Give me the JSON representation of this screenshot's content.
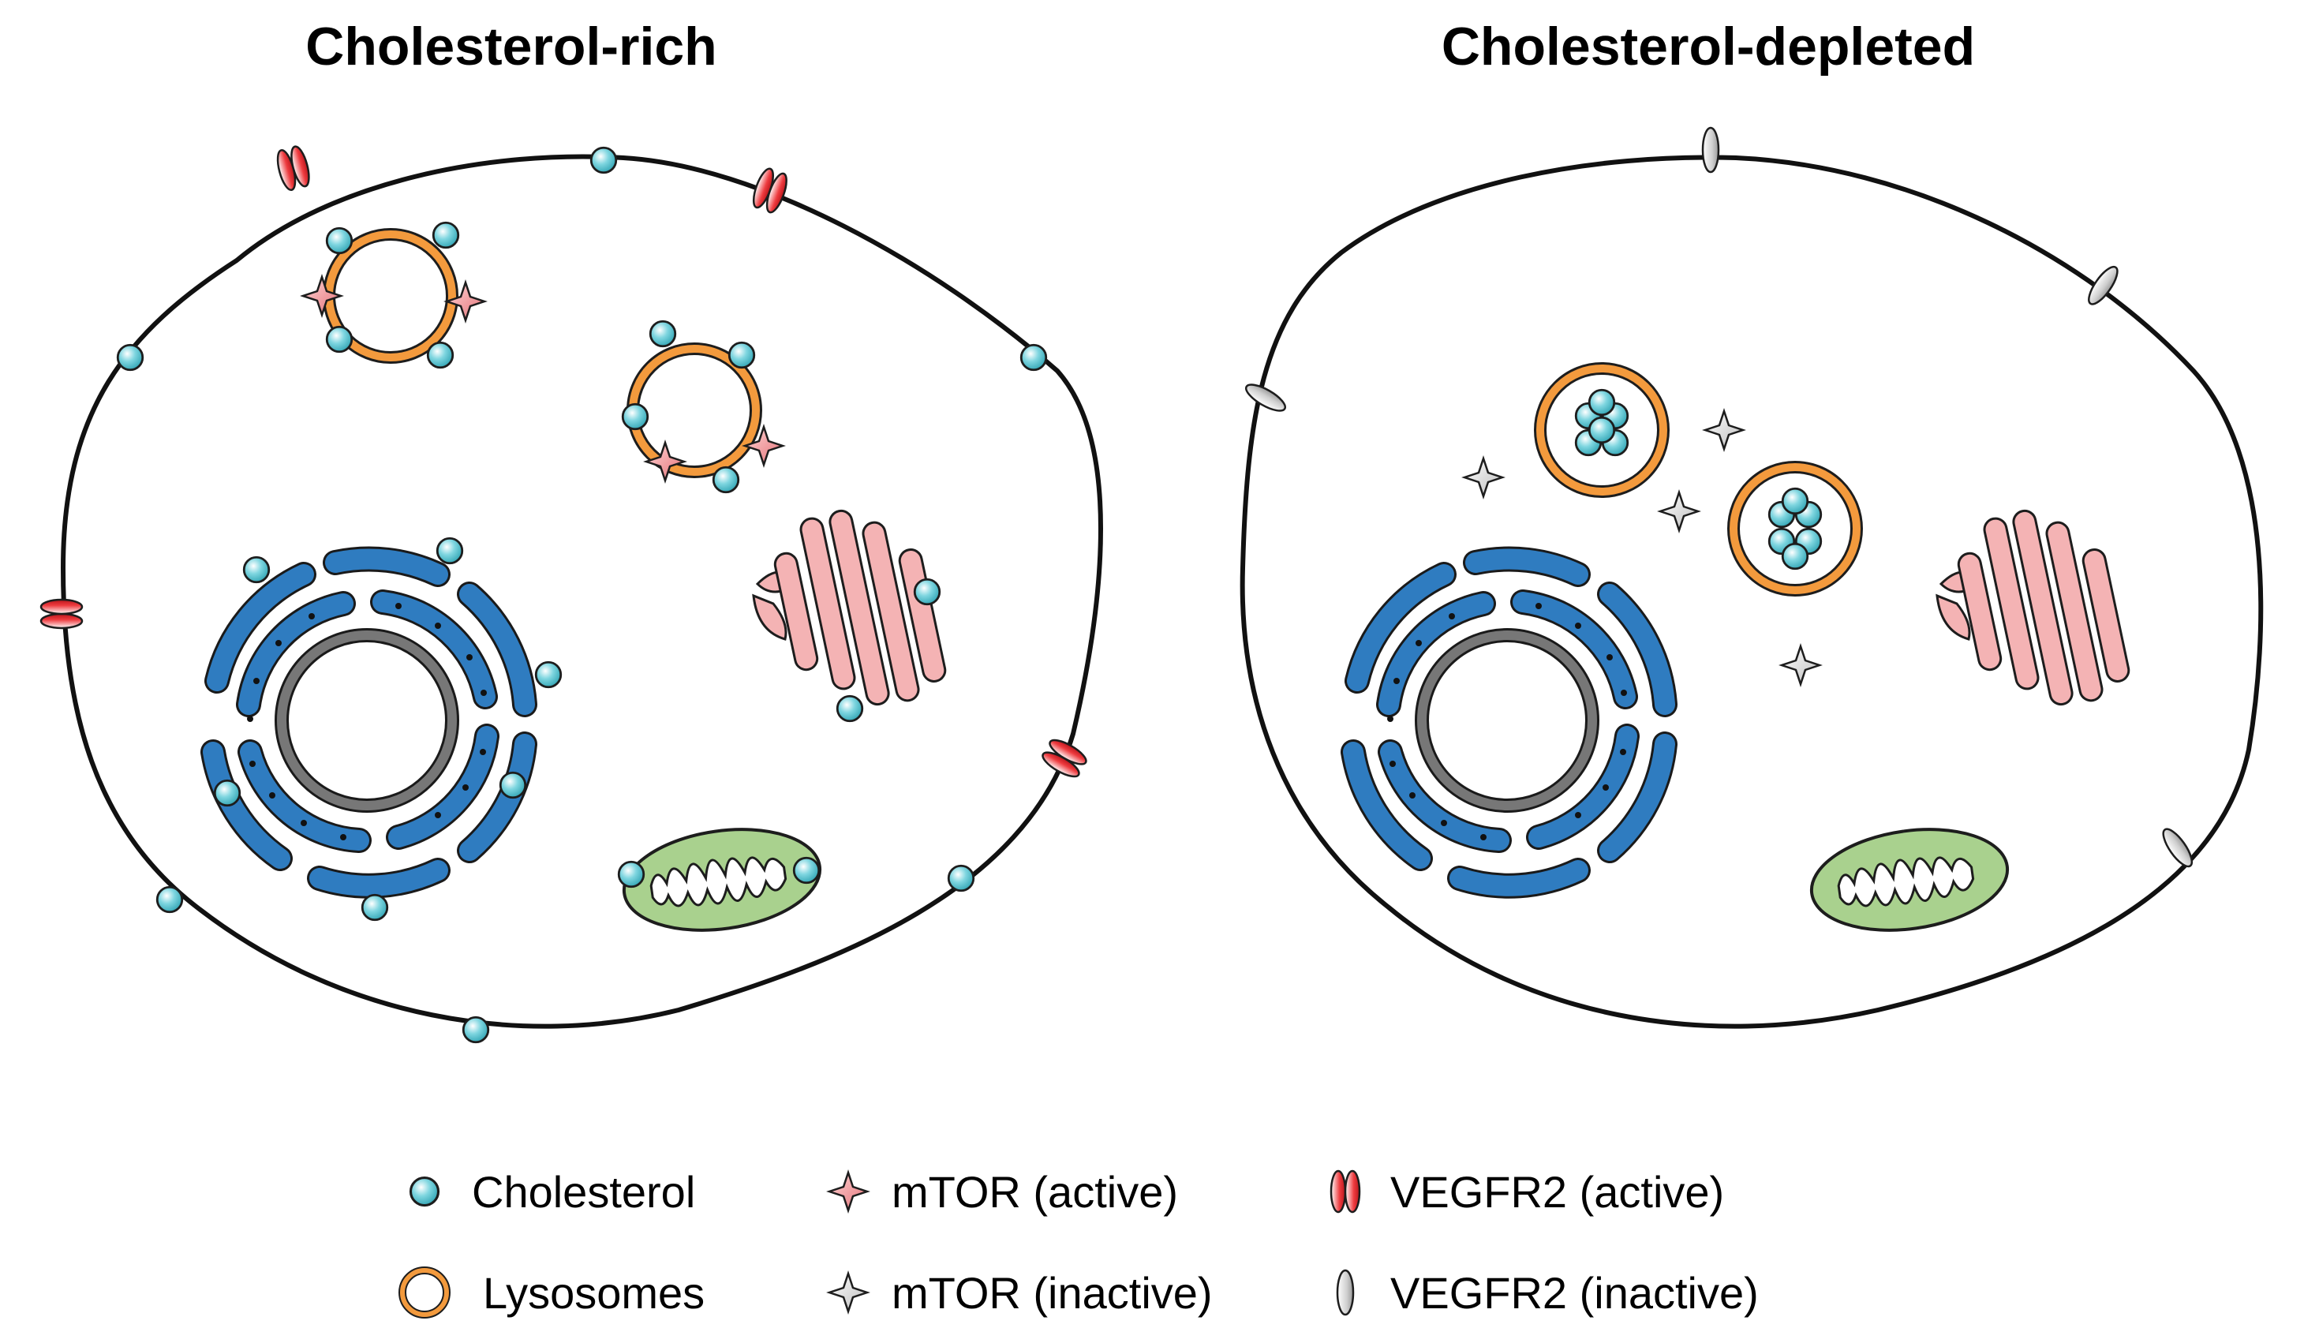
{
  "panels": [
    {
      "title": "Cholesterol-rich"
    },
    {
      "title": "Cholesterol-depleted"
    }
  ],
  "legend": {
    "cholesterol": "Cholesterol",
    "lysosomes": "Lysosomes",
    "mtor_active": "mTOR (active)",
    "mtor_inactive": "mTOR (inactive)",
    "vegfr2_active": "VEGFR2 (active)",
    "vegfr2_inactive": "VEGFR2 (inactive)"
  },
  "colors": {
    "cholesterol": "#5ec8d4",
    "lysosome_ring": "#f39a3d",
    "mtor_active": "#f1878d",
    "mtor_inactive": "#e3e3e3",
    "vegfr2_active": "#e9262b",
    "vegfr2_inactive": "#d2d2d2",
    "er": "#2f7cc0",
    "nucleus_ring": "#707070",
    "golgi": "#f4b3b4",
    "mitochondrion": "#a9d18e"
  }
}
